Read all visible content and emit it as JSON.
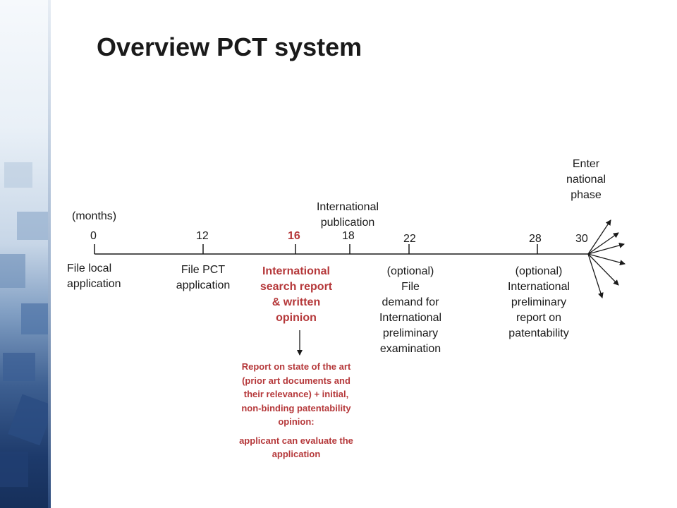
{
  "title": "Overview PCT system",
  "axis_unit": "(months)",
  "ticks": [
    {
      "label": "0",
      "highlight": false
    },
    {
      "label": "12",
      "highlight": false
    },
    {
      "label": "16",
      "highlight": true
    },
    {
      "label": "18",
      "highlight": false
    },
    {
      "label": "22",
      "highlight": false
    },
    {
      "label": "28",
      "highlight": false
    },
    {
      "label": "30",
      "highlight": false
    }
  ],
  "events": {
    "file_local": [
      "File local",
      "application"
    ],
    "file_pct": [
      "File PCT",
      "application"
    ],
    "search_report": [
      "International",
      "search report",
      "& written",
      "opinion"
    ],
    "intl_publication": [
      "International",
      "publication"
    ],
    "demand": [
      "(optional)",
      "File",
      "demand for",
      "International",
      "preliminary",
      "examination"
    ],
    "iprp": [
      "(optional)",
      "International",
      "preliminary",
      "report on",
      "patentability"
    ],
    "national_phase": [
      "Enter",
      "national",
      "phase"
    ]
  },
  "note": {
    "paragraph1": [
      "Report on state of the art",
      "(prior art documents and",
      "their relevance) + initial,",
      "non-binding patentability",
      "opinion:"
    ],
    "paragraph2": [
      "applicant can evaluate the",
      "application"
    ]
  },
  "colors": {
    "accent_red": "#b5383a",
    "text": "#1a1a1a",
    "sidebar_navy": "#1d3a6b"
  }
}
